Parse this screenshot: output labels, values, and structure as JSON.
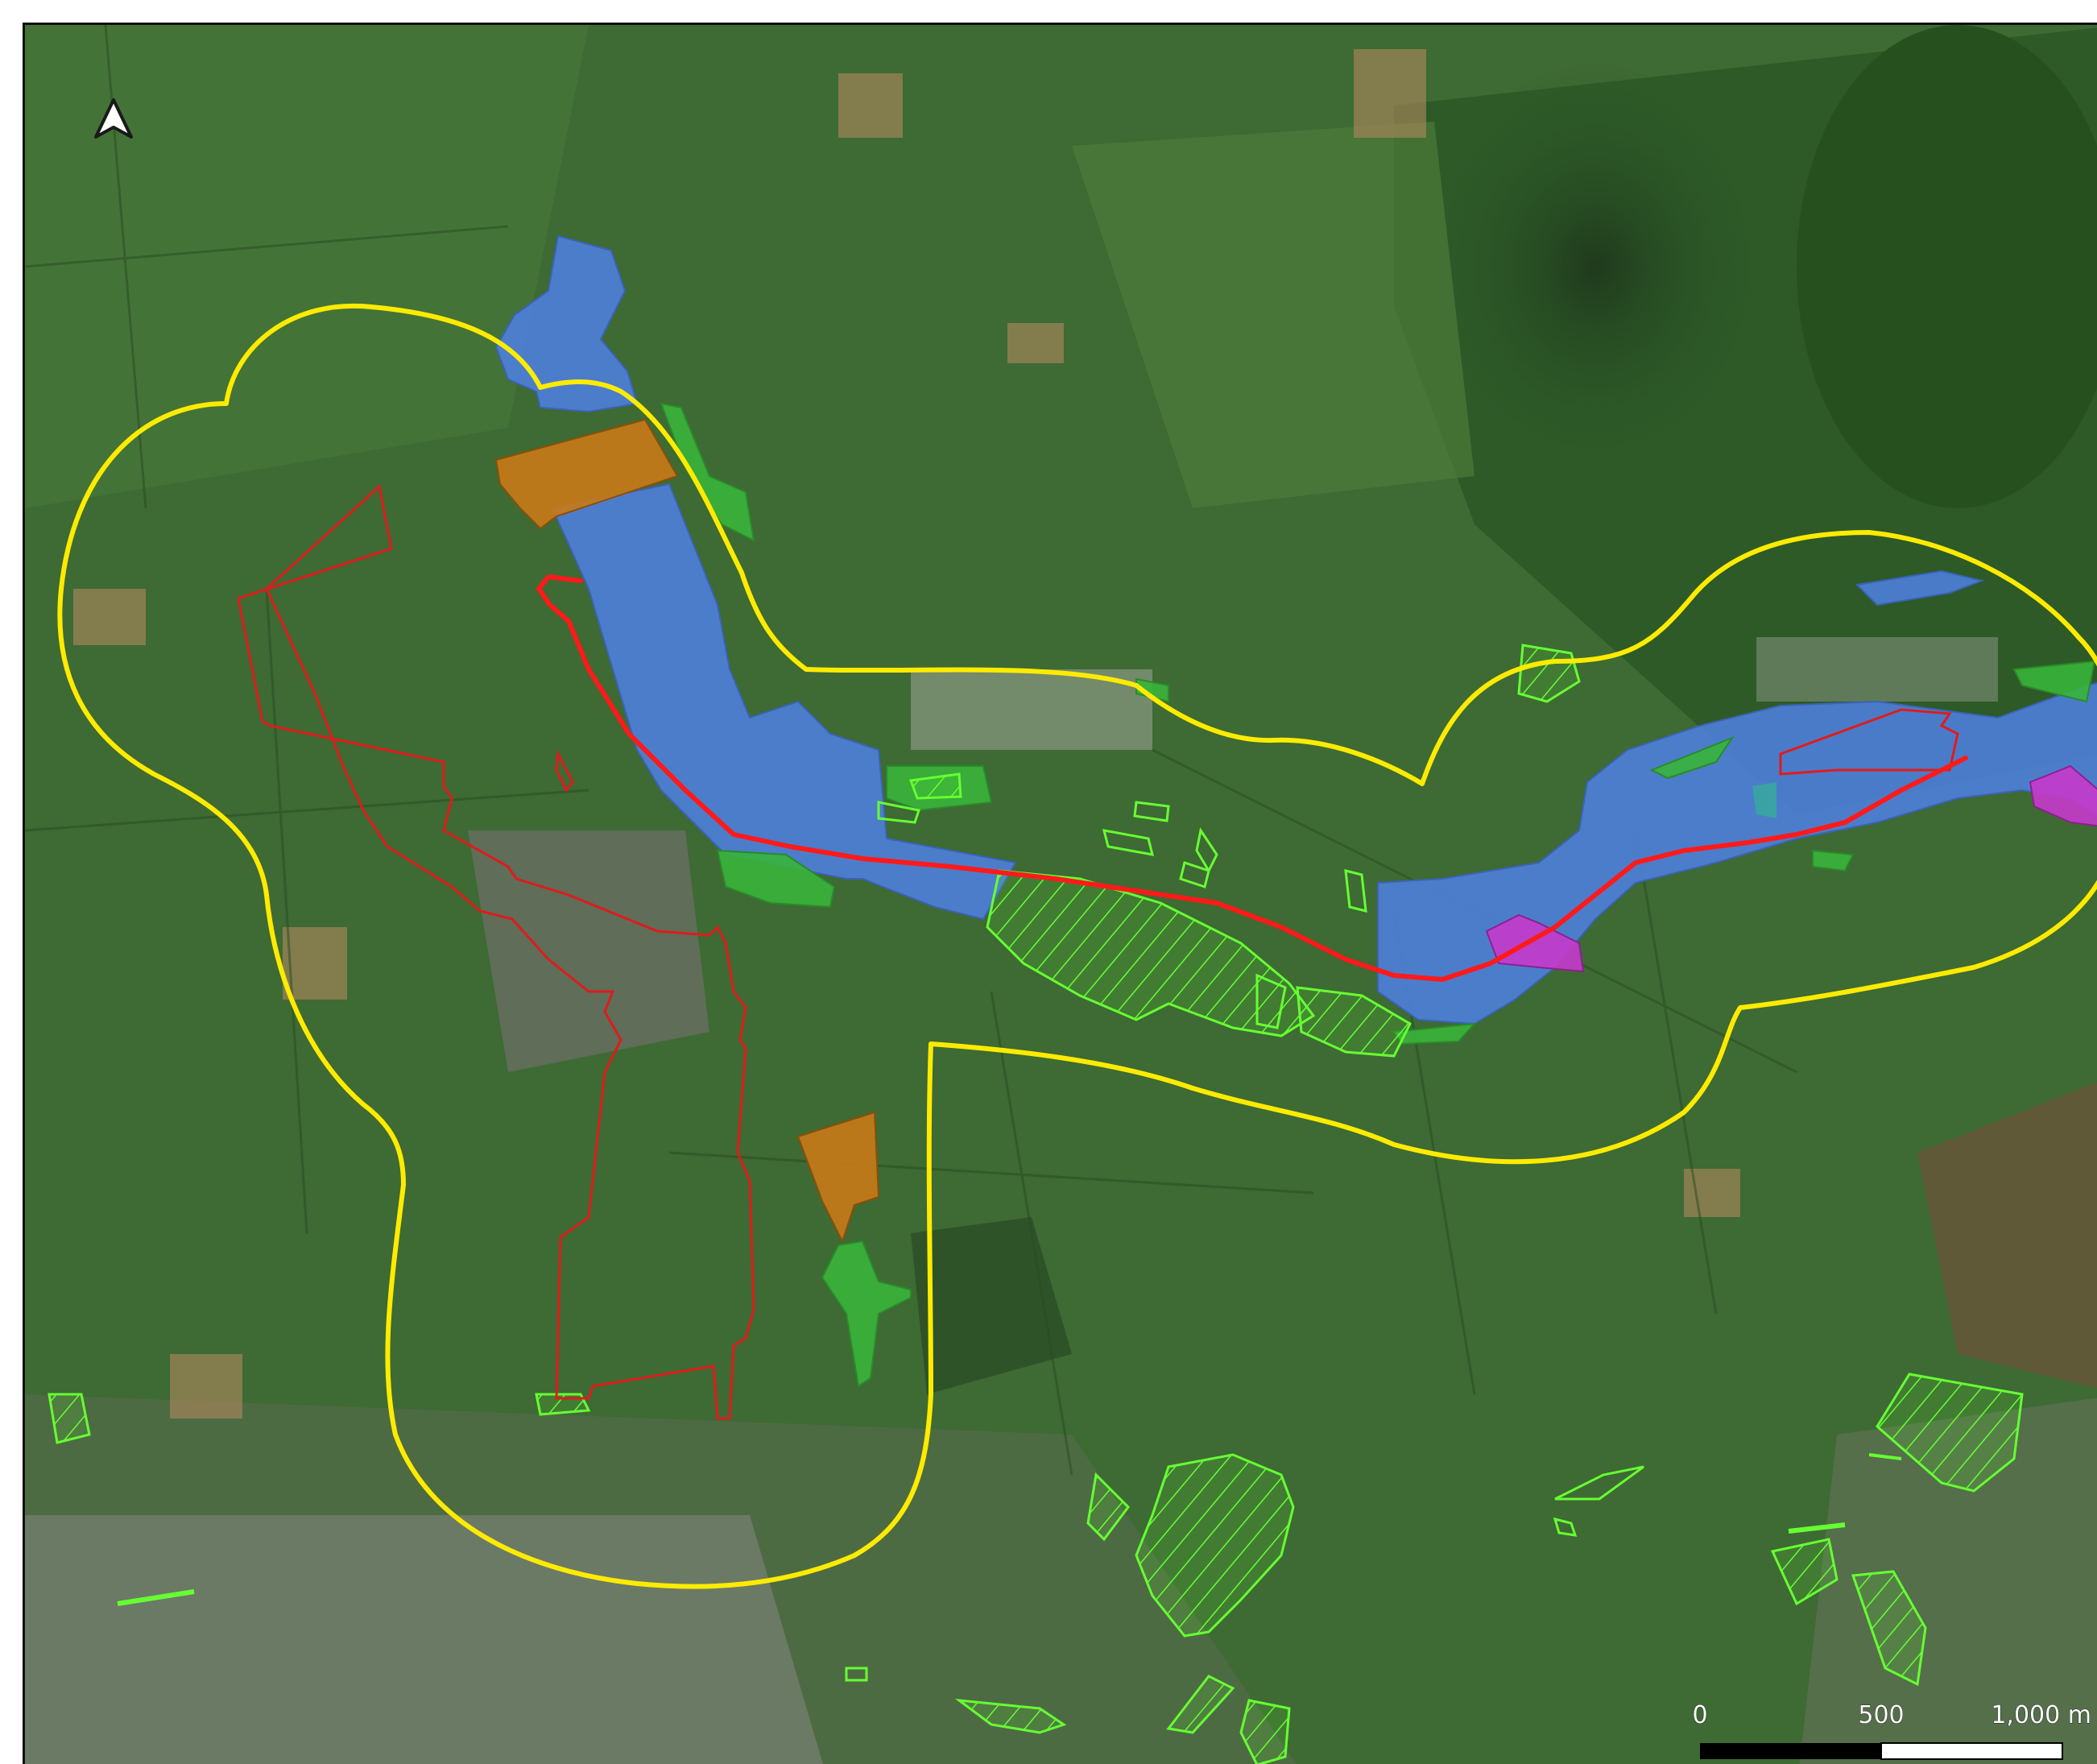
{
  "map": {
    "north_arrow_icon": "north-arrow-icon",
    "basemap": "satellite-imagery",
    "colors": {
      "study_buffer": "#ffeb00",
      "route_line": "#ff1a1a",
      "site_boundary": "#e01b1b",
      "blue_area": "#4f7fe0",
      "orange_area": "#c97a17",
      "green_area": "#38b43a",
      "hatched_area": "#66ff33",
      "magenta_area": "#c73acc",
      "teal_area": "#3aa6a0"
    }
  },
  "scale_bar": {
    "label_start": "0",
    "label_mid": "500",
    "label_end": "1,000 m"
  }
}
